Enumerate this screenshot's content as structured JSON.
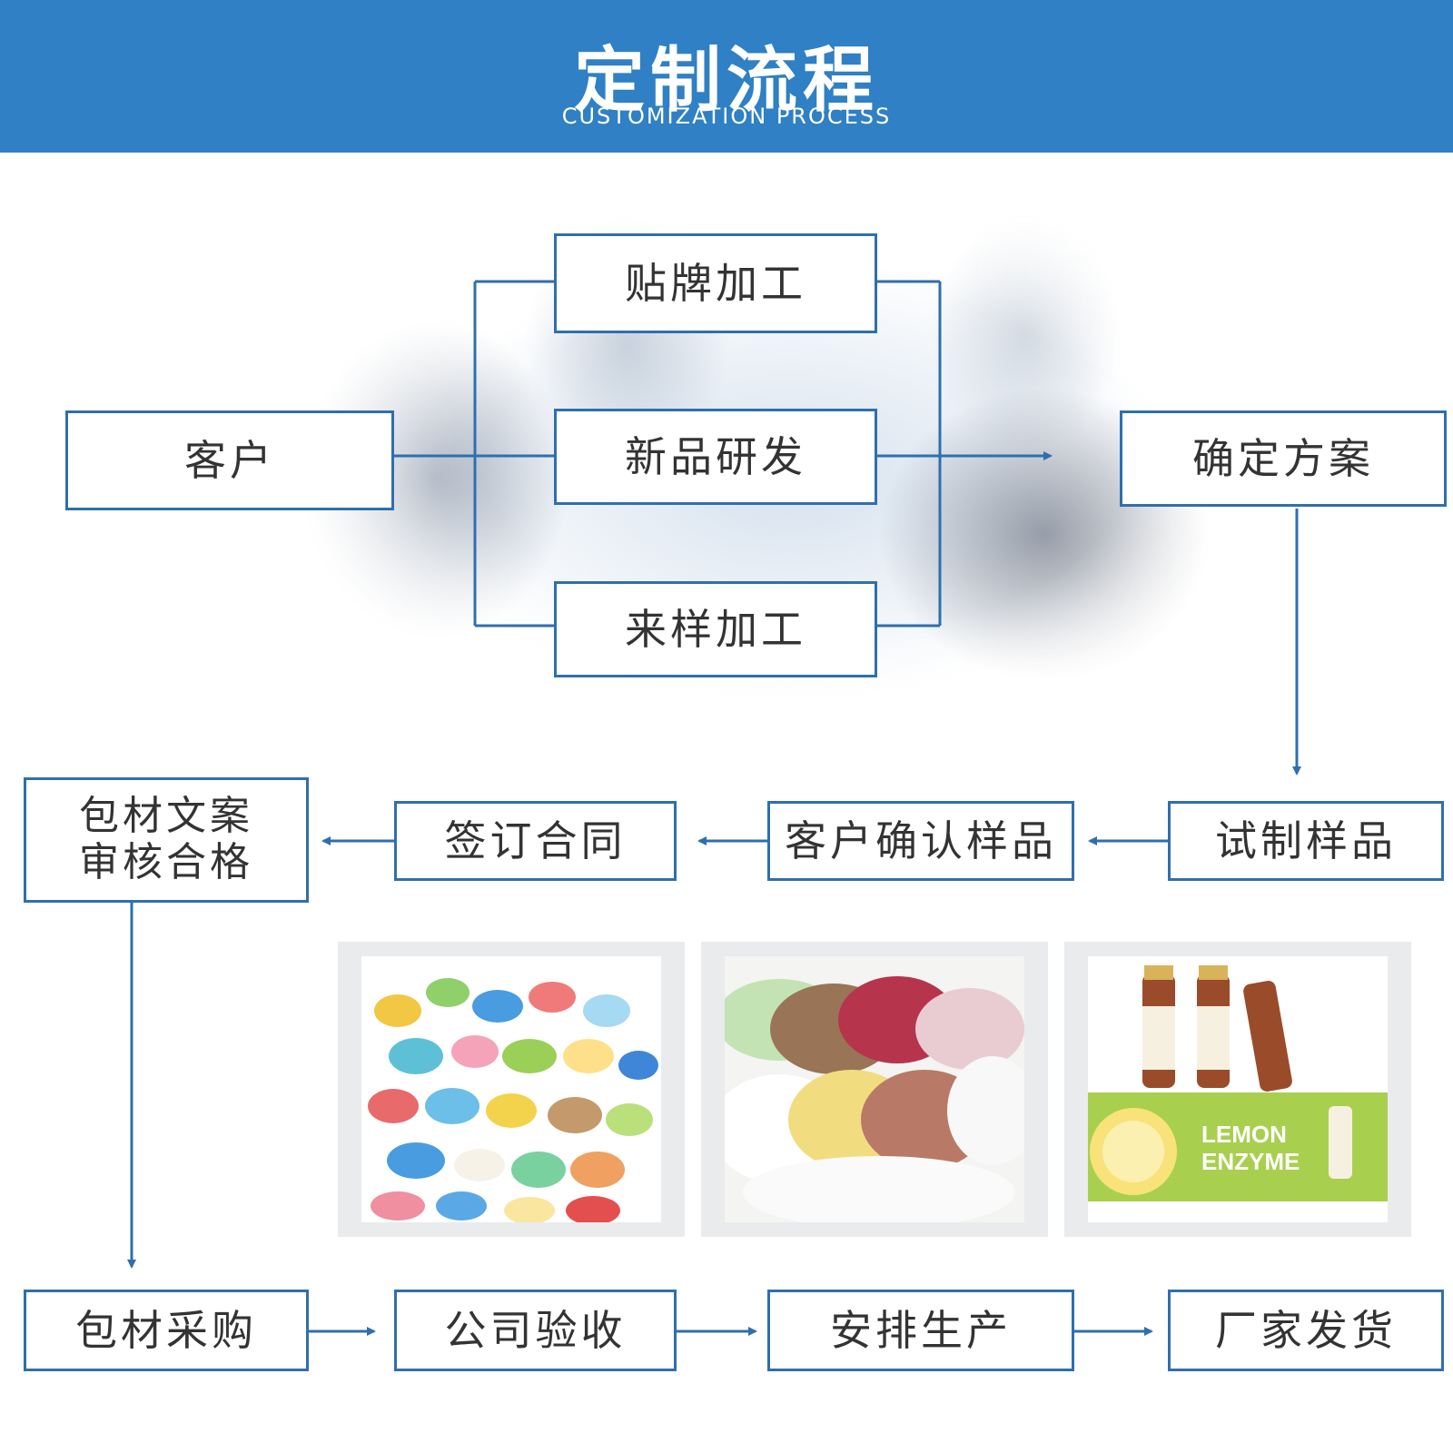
{
  "header": {
    "title": "定制流程",
    "subtitle": "CUSTOMIZATION PROCESS",
    "background_color": "#2f80c4"
  },
  "flow": {
    "customer": "客户",
    "options": [
      "贴牌加工",
      "新品研发",
      "来样加工"
    ],
    "confirm_plan": "确定方案",
    "trial_sample": "试制样品",
    "customer_confirm_sample": "客户确认样品",
    "sign_contract": "签订合同",
    "packaging_review": [
      "包材文案",
      "审核合格"
    ],
    "packaging_purchase": "包材采购",
    "company_inspection": "公司验收",
    "arrange_production": "安排生产",
    "factory_delivery": "厂家发货"
  },
  "product_photos": {
    "bottle_box_text": [
      "LEMON",
      "ENZYME"
    ]
  },
  "colors": {
    "box_border": "#2f6fae",
    "connector": "#2f6fae",
    "text": "#333333"
  }
}
